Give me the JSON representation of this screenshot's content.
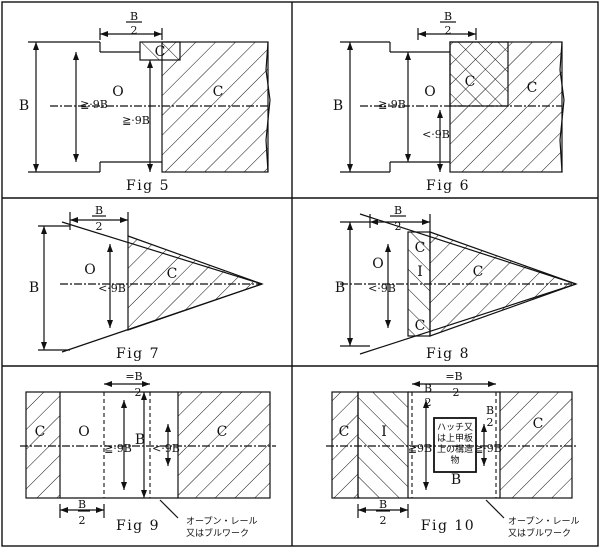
{
  "figures": [
    {
      "id": "fig5",
      "caption": "Fig 5"
    },
    {
      "id": "fig6",
      "caption": "Fig 6"
    },
    {
      "id": "fig7",
      "caption": "Fig 7"
    },
    {
      "id": "fig8",
      "caption": "Fig 8"
    },
    {
      "id": "fig9",
      "caption": "Fig 9"
    },
    {
      "id": "fig10",
      "caption": "Fig 10"
    }
  ],
  "labels": {
    "B": "B",
    "B_half_num": "B",
    "B_half_den": "2",
    "eq_B_half": "=B",
    "O": "O",
    "C": "C",
    "I": "I",
    "ge_09B": "≧·9B",
    "lt_09B": "<·9B",
    "ge_09B_short": "≧·9B",
    "ge_9B": "≧9B"
  },
  "notes": {
    "open_rail": "オープン・レール",
    "or_bulwark": "又はブルワーク",
    "hatch_line1": "ハッチ又",
    "hatch_line2": "は上甲板",
    "hatch_line3": "上の構造",
    "hatch_line4": "物"
  }
}
